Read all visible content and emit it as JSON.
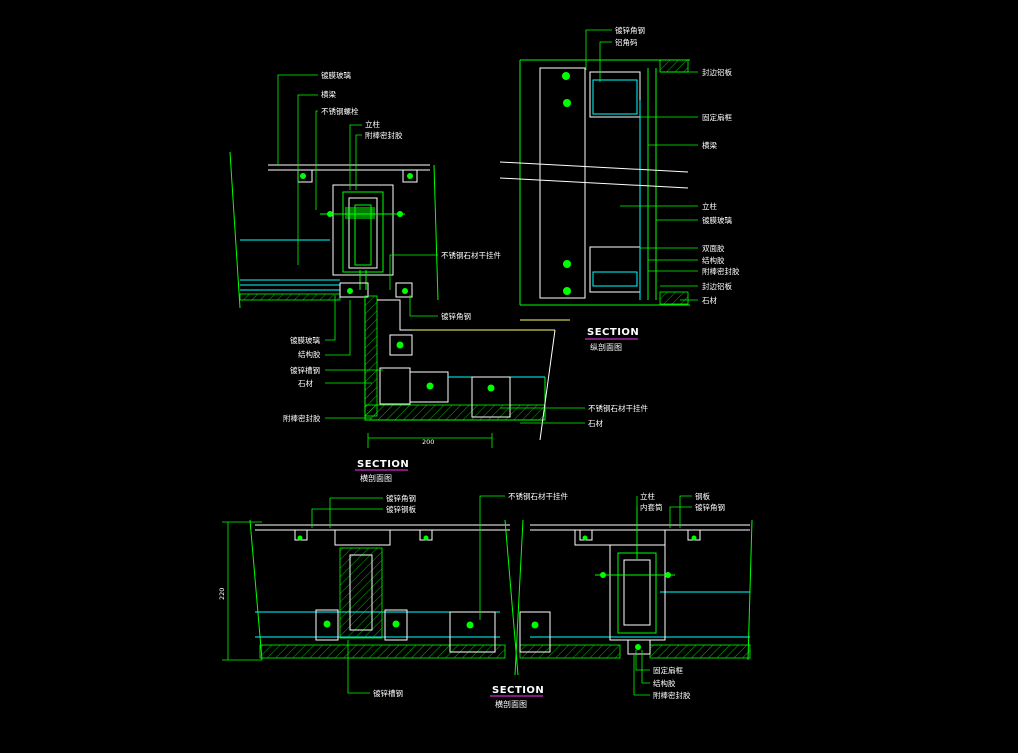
{
  "views": {
    "top_left": {
      "title": "SECTION",
      "subtitle": "横剖面图",
      "dimension": "200"
    },
    "top_right": {
      "title": "SECTION",
      "subtitle": "纵剖面图"
    },
    "bottom": {
      "title": "SECTION",
      "subtitle": "横剖面图",
      "dimension": "220"
    }
  },
  "labels": {
    "tl_glass": "镀膜玻璃",
    "tl_beam": "横梁",
    "tl_bolt": "不锈钢螺栓",
    "tl_column": "立柱",
    "tl_sealant": "附棒密封胶",
    "tl_connector": "不锈钢石材干挂件",
    "tl_angle": "镀锌角钢",
    "tl_glass2": "镀膜玻璃",
    "tl_structural": "结构胶",
    "tl_channel": "镀锌槽钢",
    "tl_stone": "石材",
    "tl_sealant2": "附棒密封胶",
    "tl_connector2": "不锈钢石材干挂件",
    "tl_stone2": "石材",
    "tr_angle": "镀锌角钢",
    "tr_code": "铝角码",
    "tr_panel": "封边铝板",
    "tr_fixbeam": "固定扇框",
    "tr_beam": "横梁",
    "tr_column": "立柱",
    "tr_glass": "镀膜玻璃",
    "tr_double": "双面胶",
    "tr_structural": "结构胶",
    "tr_sealant": "附棒密封胶",
    "tr_panel2": "封边铝板",
    "tr_stone": "石材",
    "b_angle": "镀锌角钢",
    "b_plate": "镀锌钢板",
    "b_connector": "不锈钢石材干挂件",
    "b_column": "立柱",
    "b_inner": "内套筒",
    "b_steel": "钢板",
    "b_angle2": "镀锌角钢",
    "b_channel": "镀锌槽钢",
    "b_fixbeam": "固定扇框",
    "b_structural": "结构胶",
    "b_sealant": "附棒密封胶"
  },
  "colors": {
    "background": "#000000",
    "primary_line": "#00ff00",
    "glass_line": "#00ffff",
    "outline": "#ffffff",
    "title_underline": "#ff33ff"
  }
}
